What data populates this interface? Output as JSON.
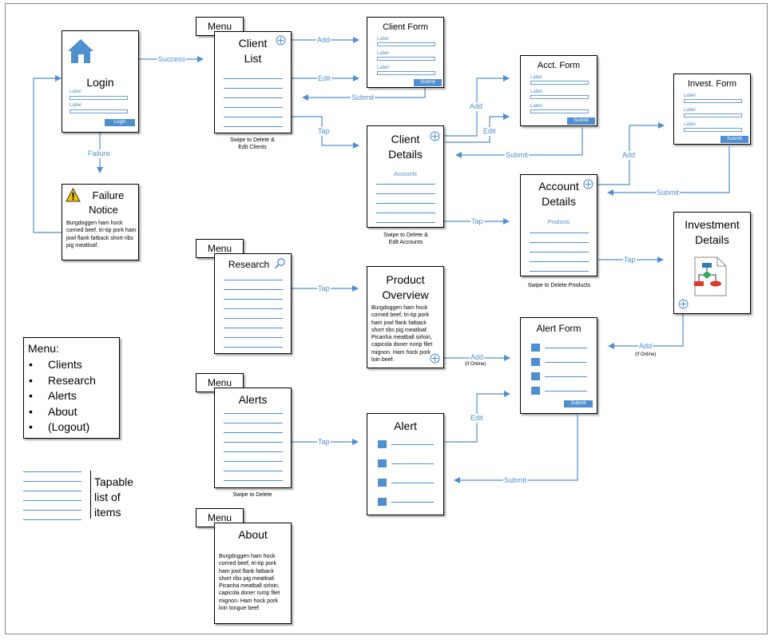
{
  "login": {
    "title": "Login",
    "label1": "Label",
    "label2": "Label",
    "button": "Login"
  },
  "failure": {
    "title1": "Failure",
    "title2": "Notice",
    "text": "Burgdoggen ham hock corned beef, tri-tip pork ham jowl flank fatback short ribs pig meatloaf."
  },
  "client_list": {
    "tab": "Menu",
    "title1": "Client",
    "title2": "List",
    "note1": "Swipe to Delete &",
    "note2": "Edit Clients"
  },
  "client_form": {
    "title": "Client Form",
    "label1": "Label",
    "label2": "Label",
    "label3": "Label",
    "button": "Submit"
  },
  "acct_form": {
    "title": "Acct. Form",
    "label1": "Label",
    "label2": "Label",
    "label3": "Label",
    "button": "Submit"
  },
  "invest_form": {
    "title": "Invest. Form",
    "label1": "Label",
    "label2": "Label",
    "label3": "Label",
    "button": "Submit"
  },
  "client_details": {
    "title1": "Client",
    "title2": "Details",
    "sub": "Accounts",
    "note1": "Swipe to Delete &",
    "note2": "Edit Accounts"
  },
  "account_details": {
    "title1": "Account",
    "title2": "Details",
    "sub": "Products",
    "note": "Swipe to Delete Products"
  },
  "investment_details": {
    "title1": "Investment",
    "title2": "Details"
  },
  "research": {
    "tab": "Menu",
    "title": "Research"
  },
  "product_overview": {
    "title1": "Product",
    "title2": "Overview",
    "text": "Burgdoggen ham hock corned beef, tri-tip pork ham jowl flank fatback short ribs pig meatloaf. Picanha meatball sirloin, capicola doner rump filet mignon. Ham hock pork loin beef."
  },
  "alert_form": {
    "title": "Alert Form",
    "button": "Submit"
  },
  "alerts": {
    "tab": "Menu",
    "title": "Alerts",
    "note": "Swipe to Delete"
  },
  "alert": {
    "title": "Alert"
  },
  "about": {
    "tab": "Menu",
    "title": "About",
    "text": "Burgdoggen ham hock corned beef, tri-tip pork ham jowl flank fatback short ribs pig meatloaf. Picanha meatball sirloin, capicola doner rump filet mignon. Ham hock pork loin tongue beef."
  },
  "menu_legend": {
    "title": "Menu:",
    "items": [
      "Clients",
      "Research",
      "Alerts",
      "About",
      "(Logout)"
    ]
  },
  "list_legend": {
    "line1": "Tapable",
    "line2": "list of",
    "line3": "items"
  },
  "edges": {
    "success": "Success",
    "failure": "Failure",
    "add": "Add",
    "edit": "Edit",
    "submit": "Submit",
    "tap": "Tap",
    "if_online": "(If Online)"
  },
  "colors": {
    "accent": "#4e8fd0",
    "border": "#000000",
    "warning": "#f5c400",
    "flowchart_green": "#3ca66b",
    "flowchart_red": "#e03a2e",
    "flowchart_blue": "#2f7bbf"
  }
}
